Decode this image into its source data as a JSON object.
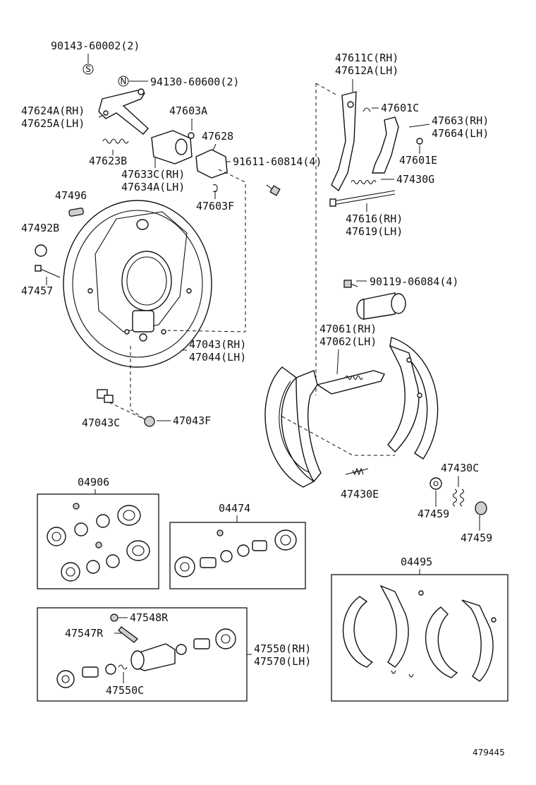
{
  "labels": {
    "p90143": "90143-60002(2)",
    "p94130": "94130-60600(2)",
    "p47624a": "47624A(RH)",
    "p47625a": "47625A(LH)",
    "p47603a": "47603A",
    "p47628": "47628",
    "p47623b": "47623B",
    "p47633c": "47633C(RH)",
    "p47634a": "47634A(LH)",
    "p91611": "91611-60814(4)",
    "p47496": "47496",
    "p47603f": "47603F",
    "p47492b": "47492B",
    "p47457": "47457",
    "p47043rh": "47043(RH)",
    "p47044lh": "47044(LH)",
    "p47043c": "47043C",
    "p47043f": "47043F",
    "p47611c": "47611C(RH)",
    "p47612a": "47612A(LH)",
    "p47601c": "47601C",
    "p47663": "47663(RH)",
    "p47664": "47664(LH)",
    "p47601e": "47601E",
    "p47430g": "47430G",
    "p47616": "47616(RH)",
    "p47619": "47619(LH)",
    "p90119": "90119-06084(4)",
    "p47061": "47061(RH)",
    "p47062": "47062(LH)",
    "p47430c": "47430C",
    "p47430e": "47430E",
    "p47459a": "47459",
    "p47459b": "47459",
    "kit04906": "04906",
    "kit04474": "04474",
    "kit04495": "04495",
    "p47548r": "47548R",
    "p47547r": "47547R",
    "p47550c": "47550C",
    "p47550": "47550(RH)",
    "p47570": "47570(LH)",
    "figure_no": "479445"
  },
  "markers": {
    "s": "S",
    "n": "N"
  }
}
